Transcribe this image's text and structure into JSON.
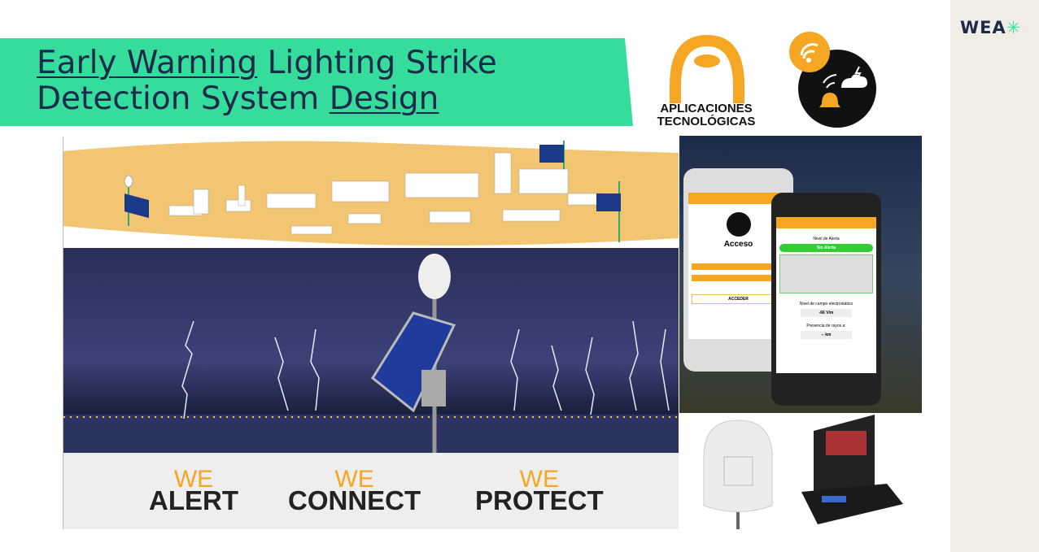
{
  "brand": {
    "logo_text": "WEA",
    "logo_mark": "✳"
  },
  "title": {
    "w1": "Early Warning",
    "w2": " Lighting Strike",
    "w3": "Detection System ",
    "w4": "Design"
  },
  "partner": {
    "line1": "APLICACIONES",
    "line2": "TECNOLÓGICAS"
  },
  "taglines": [
    {
      "a": "WE",
      "b": "ALERT"
    },
    {
      "a": "WE",
      "b": "CONNECT"
    },
    {
      "a": "WE",
      "b": "PROTECT"
    }
  ],
  "app": {
    "login_title": "Acceso",
    "login_button": "ACCEDER",
    "alert_heading": "Nivel de Alerta",
    "alert_status": "Sin Alerta",
    "field_heading": "Nivel de campo electrostático",
    "field_value": "-66 V/m",
    "rays_heading": "Presencia de rayos a:",
    "rays_value": "-- km"
  },
  "colors": {
    "green": "#35dc9c",
    "navy": "#1e2a4a",
    "orange": "#f5a623"
  }
}
